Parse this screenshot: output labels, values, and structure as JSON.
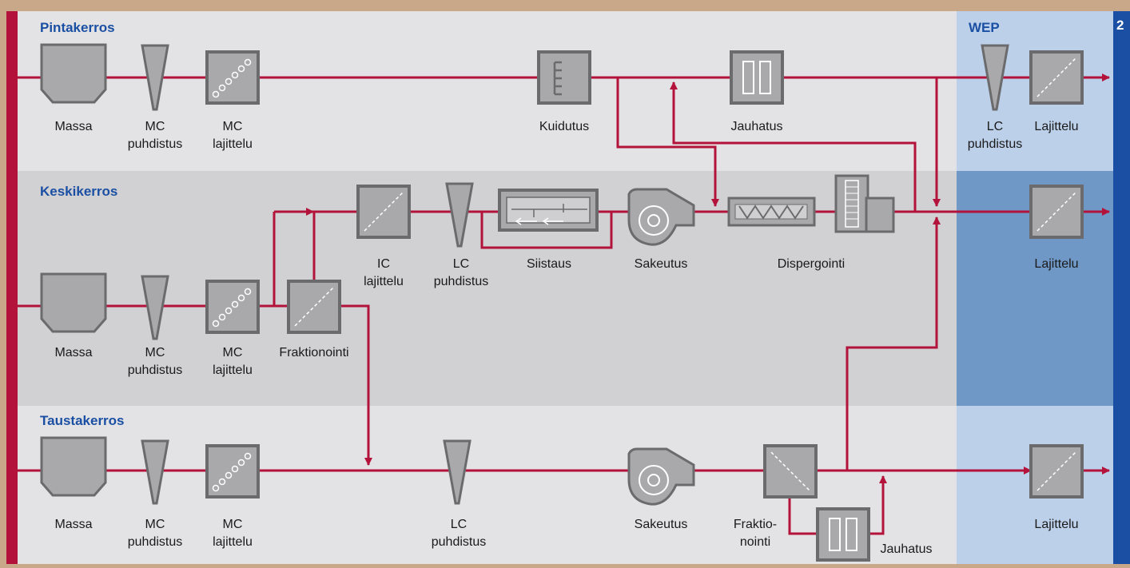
{
  "page_number": "2",
  "sections": {
    "top": "Pintakerros",
    "middle": "Keskikerros",
    "bottom": "Taustakerros",
    "wep": "WEP"
  },
  "labels": {
    "massa": "Massa",
    "mc": "MC",
    "puhdistus": "puhdistus",
    "lajittelu_lc": "lajittelu",
    "kuidutus": "Kuidutus",
    "jauhatus": "Jauhatus",
    "lc": "LC",
    "lajittelu": "Lajittelu",
    "ic": "IC",
    "siistaus": "Siistaus",
    "sakeutus": "Sakeutus",
    "dispergointi": "Dispergointi",
    "fraktionointi": "Fraktionointi",
    "fraktio": "Fraktio-",
    "nointi": "nointi"
  },
  "colors": {
    "line": "#b3123a",
    "equipment_fill": "#a9a9ab",
    "equipment_stroke": "#6b6b6d",
    "band_light": "#e3e3e5",
    "band_mid": "#d1d1d3",
    "wep_light": "#bcd0ea",
    "wep_mid": "#7098c6",
    "section_text": "#1a4fa3",
    "left_bar": "#b3123a",
    "right_bar": "#1a4fa3"
  }
}
